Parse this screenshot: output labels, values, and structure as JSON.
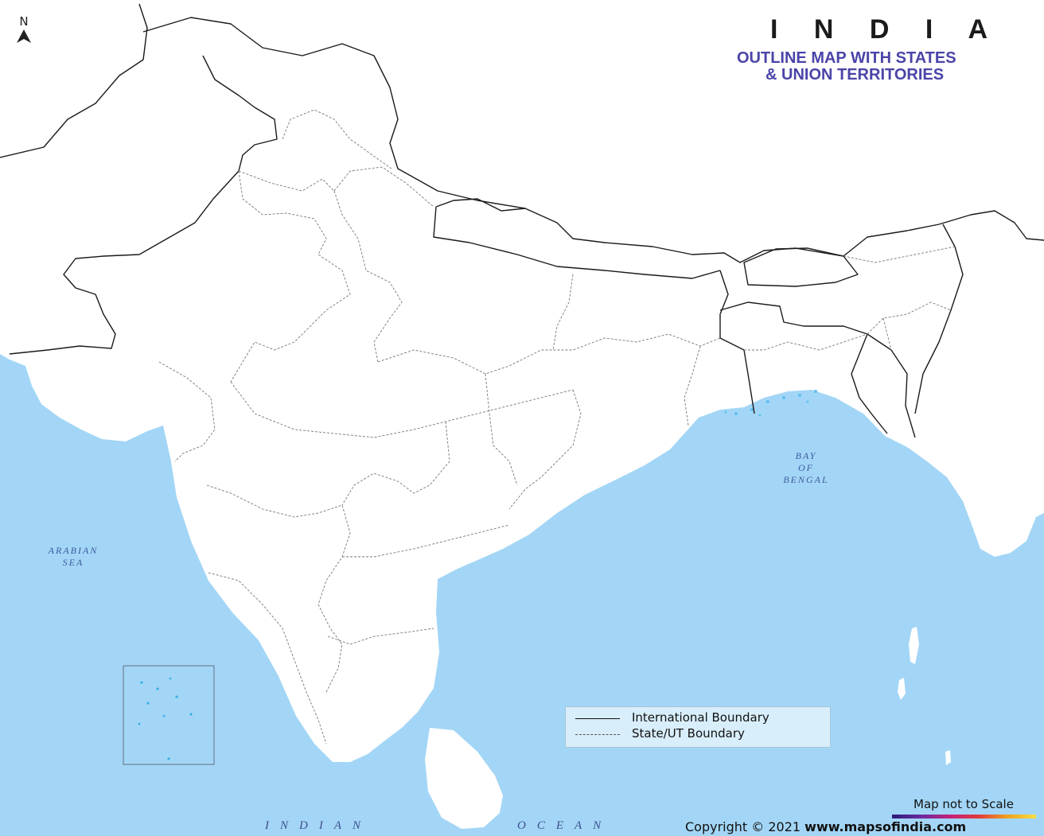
{
  "map": {
    "title": "I N D I A",
    "subtitle_line1": "OUTLINE MAP WITH STATES",
    "subtitle_line2": "& UNION TERRITORIES",
    "north_label": "N",
    "water_labels": {
      "bay_line1": "BAY",
      "bay_line2": "OF",
      "bay_line3": "BENGAL",
      "arabian_line1": "ARABIAN",
      "arabian_line2": "SEA",
      "ocean_word1": "INDIAN",
      "ocean_word2": "OCEAN"
    },
    "legend": {
      "international": "International Boundary",
      "state": "State/UT Boundary"
    },
    "scale_note": "Map not to Scale",
    "copyright_prefix": "Copyright © 2021",
    "copyright_site": "www.mapsofindia.com"
  },
  "colors": {
    "sea": "#a3d6f6",
    "land": "#ffffff",
    "boundary": "#1a1a1a",
    "state_boundary": "#777777",
    "subtitle": "#4a44a8",
    "legend_bg": "#d8eefb"
  }
}
